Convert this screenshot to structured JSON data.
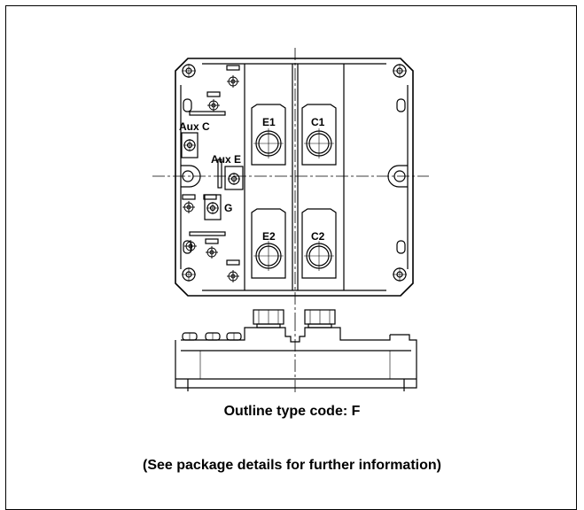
{
  "labels": {
    "aux_c": "Aux C",
    "aux_e": "Aux E",
    "g": "G",
    "e1": "E1",
    "c1": "C1",
    "e2": "E2",
    "c2": "C2"
  },
  "caption": {
    "line1": "Outline type code: F",
    "line2": "(See package details for further information)"
  },
  "colors": {
    "line": "#000000",
    "background": "#ffffff"
  }
}
